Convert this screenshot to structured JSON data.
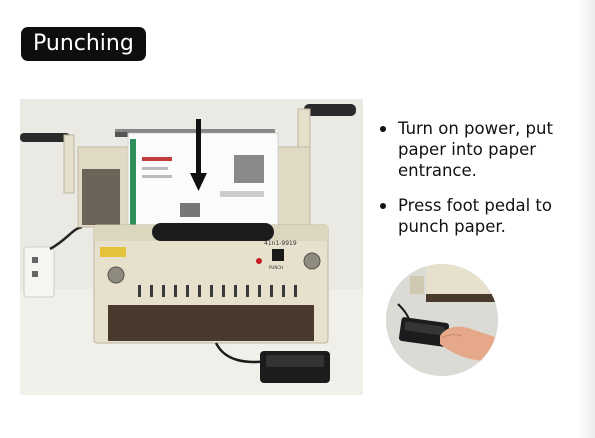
{
  "slide": {
    "title": "Punching",
    "bullets": [
      "Turn on power, put paper into paper entrance.",
      "Press foot pedal to punch paper."
    ]
  },
  "machine": {
    "model_label": "41n1-9919",
    "power_label": "PUNCH"
  },
  "colors": {
    "title_bg": "#0e0e0e",
    "title_text": "#ffffff",
    "machine_body": "#e6e0cc",
    "machine_dark": "#4a3a2e",
    "pedal": "#1c1c1c",
    "background": "#ffffff"
  },
  "icons": {
    "bullet": "bullet-dot-icon",
    "arrow": "down-arrow-icon"
  }
}
